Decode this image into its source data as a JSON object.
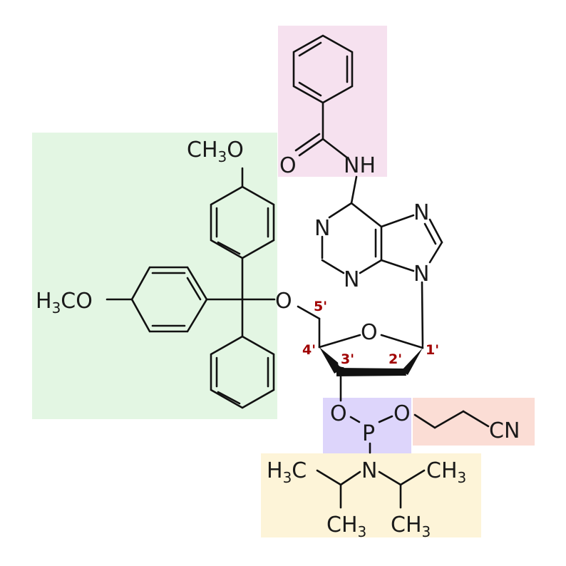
{
  "groups": [
    {
      "name": "benzoyl",
      "color": "#f6e1ef"
    },
    {
      "name": "dimethoxytrityl",
      "color": "#e3f6e3"
    },
    {
      "name": "phosphite",
      "color": "#ddd5fb"
    },
    {
      "name": "cyanoethyl",
      "color": "#fbddd5"
    },
    {
      "name": "diisopropylamino",
      "color": "#fdf4d8"
    }
  ],
  "atoms": {
    "ch3o_top": "CH3O",
    "h3co_left": "H3CO",
    "o_5": "O",
    "o_carbonyl": "O",
    "nh": "NH",
    "n1": "N",
    "n3": "N",
    "n7": "N",
    "n9": "N",
    "o_ring": "O",
    "o_3": "O",
    "p": "P",
    "o_p": "O",
    "cn": "CN",
    "n_amine": "N",
    "h3c_left": "H3C",
    "ch3_right": "CH3",
    "ch3_bl": "CH3",
    "ch3_br": "CH3"
  },
  "position_labels": {
    "c5": "5'",
    "c4": "4'",
    "c3": "3'",
    "c2": "2'",
    "c1": "1'",
    "color": "#a00000"
  }
}
